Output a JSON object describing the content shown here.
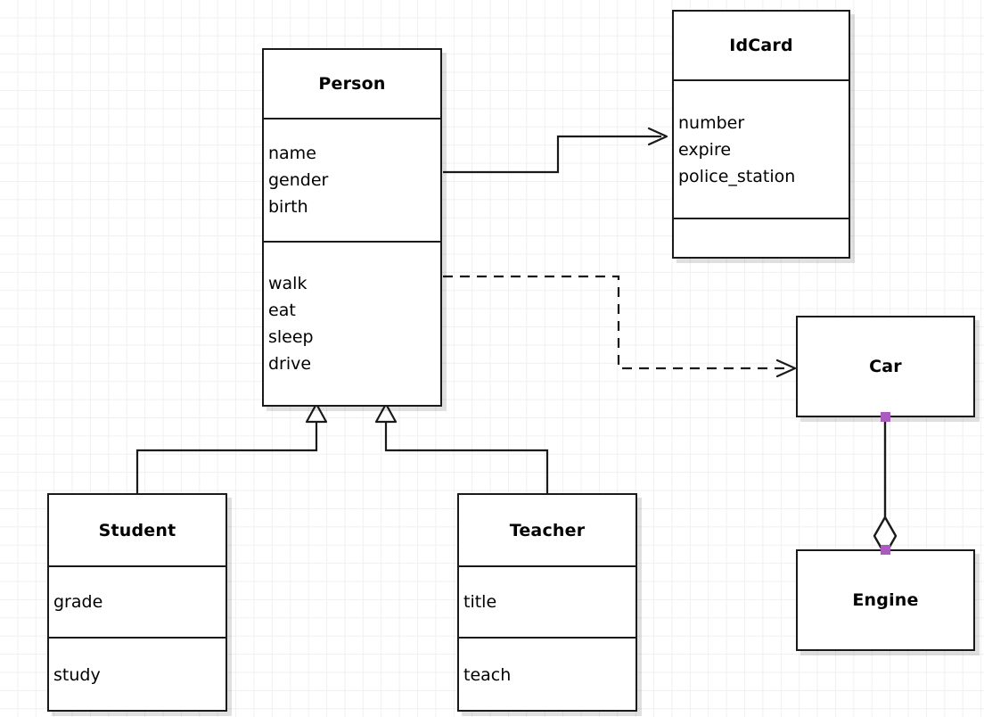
{
  "diagram": {
    "type": "uml-class-diagram",
    "background": "#ffffff",
    "grid_color": "#f0f0f0",
    "line_color": "#1a1a1a",
    "handle_color": "#ab5bbd"
  },
  "classes": [
    {
      "id": "person",
      "name": "Person",
      "attributes": [
        "name",
        "gender",
        "birth"
      ],
      "methods": [
        "walk",
        "eat",
        "sleep",
        "drive"
      ]
    },
    {
      "id": "idcard",
      "name": "IdCard",
      "attributes": [
        "number",
        "expire",
        "police_station"
      ],
      "methods": []
    },
    {
      "id": "car",
      "name": "Car",
      "attributes": [],
      "methods": []
    },
    {
      "id": "engine",
      "name": "Engine",
      "attributes": [],
      "methods": []
    },
    {
      "id": "student",
      "name": "Student",
      "attributes": [
        "grade"
      ],
      "methods": [
        "study"
      ]
    },
    {
      "id": "teacher",
      "name": "Teacher",
      "attributes": [
        "title"
      ],
      "methods": [
        "teach"
      ]
    }
  ],
  "relationships": [
    {
      "id": "person-idcard",
      "kind": "association",
      "from": "person",
      "to": "idcard",
      "style": "solid",
      "arrowhead": "open"
    },
    {
      "id": "person-car",
      "kind": "dependency",
      "from": "person",
      "to": "car",
      "style": "dashed",
      "arrowhead": "open"
    },
    {
      "id": "student-person",
      "kind": "generalization",
      "from": "student",
      "to": "person",
      "style": "solid",
      "arrowhead": "hollow-triangle"
    },
    {
      "id": "teacher-person",
      "kind": "generalization",
      "from": "teacher",
      "to": "person",
      "style": "solid",
      "arrowhead": "hollow-triangle"
    },
    {
      "id": "car-engine",
      "kind": "aggregation",
      "from": "car",
      "to": "engine",
      "style": "solid",
      "arrowhead": "hollow-diamond",
      "selected": true
    }
  ]
}
